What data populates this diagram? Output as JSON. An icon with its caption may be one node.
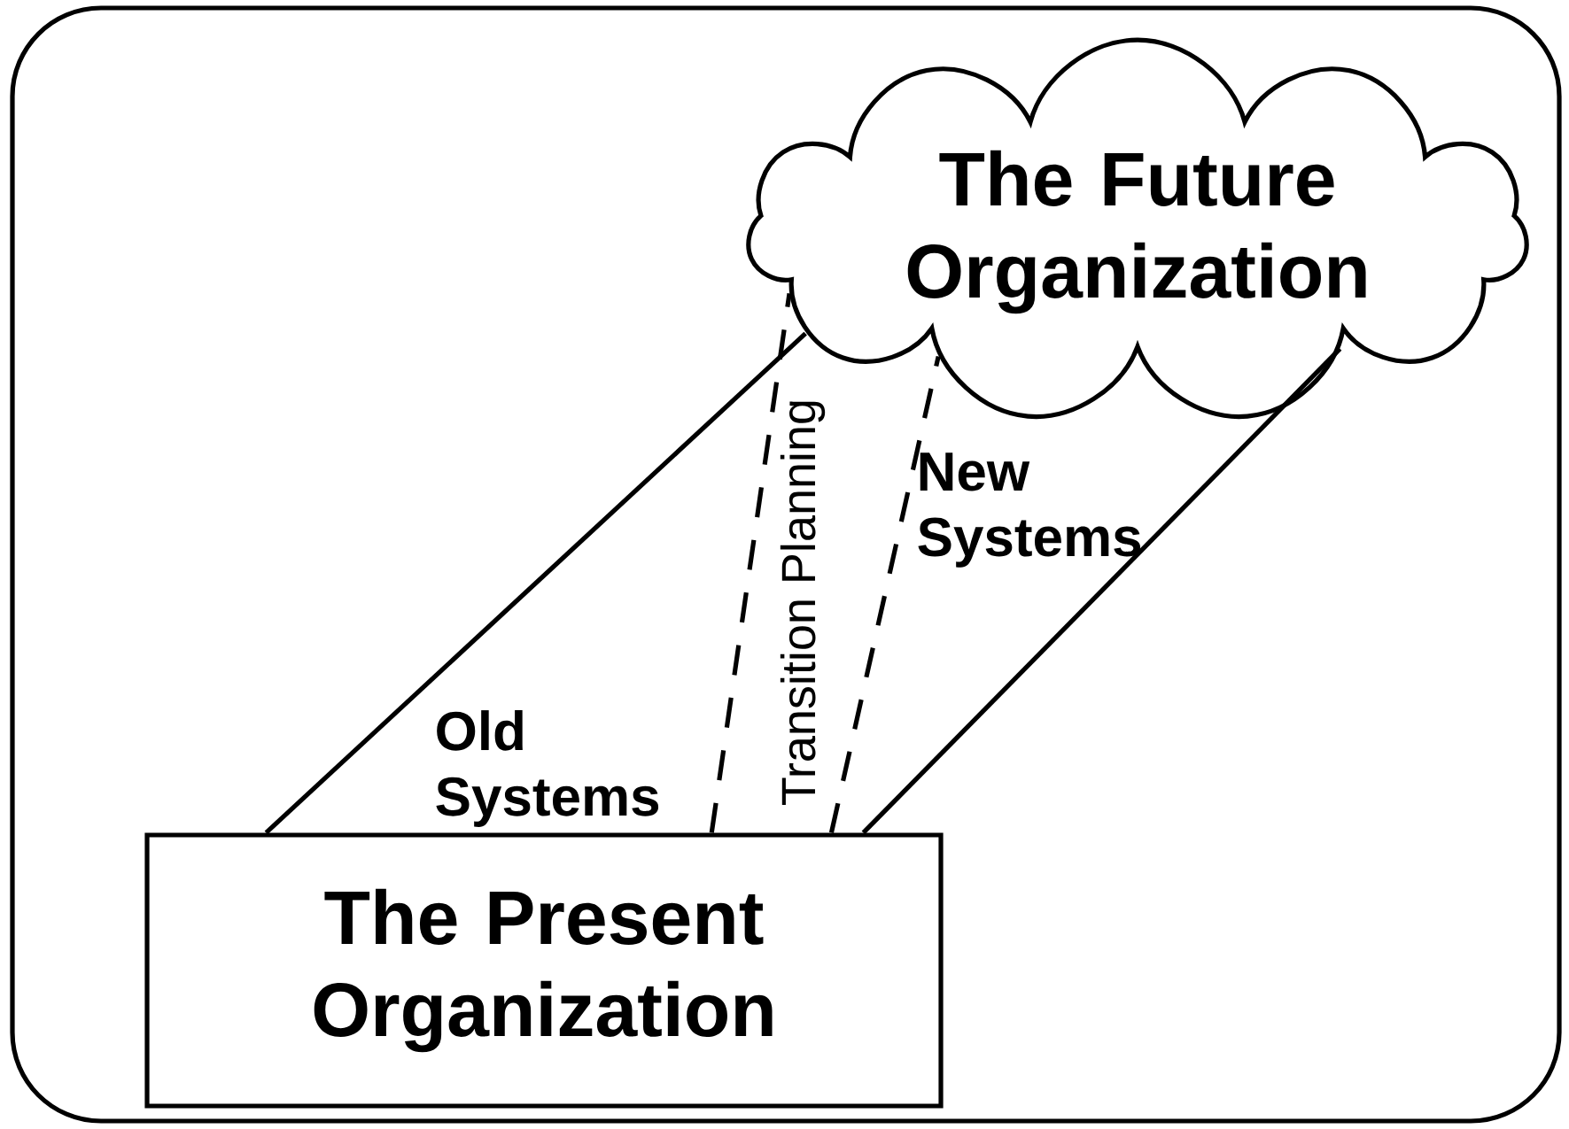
{
  "diagram": {
    "nodes": [
      {
        "text": [
          "The Future Organization"
        ]
      },
      {
        "text": [
          "The Present Organization"
        ]
      }
    ],
    "edges": [
      {
        "from": 1,
        "to": 0,
        "arrow": "none"
      },
      {
        "from": 1,
        "to": 0,
        "arrow": "none",
        "style": "dashed"
      },
      {
        "from": 1,
        "to": 0,
        "arrow": "none",
        "style": "dashed"
      },
      {
        "from": 1,
        "to": 0,
        "arrow": "none"
      }
    ],
    "labels": [
      "Old Systems",
      "New Systems",
      "Transition Planning"
    ]
  }
}
